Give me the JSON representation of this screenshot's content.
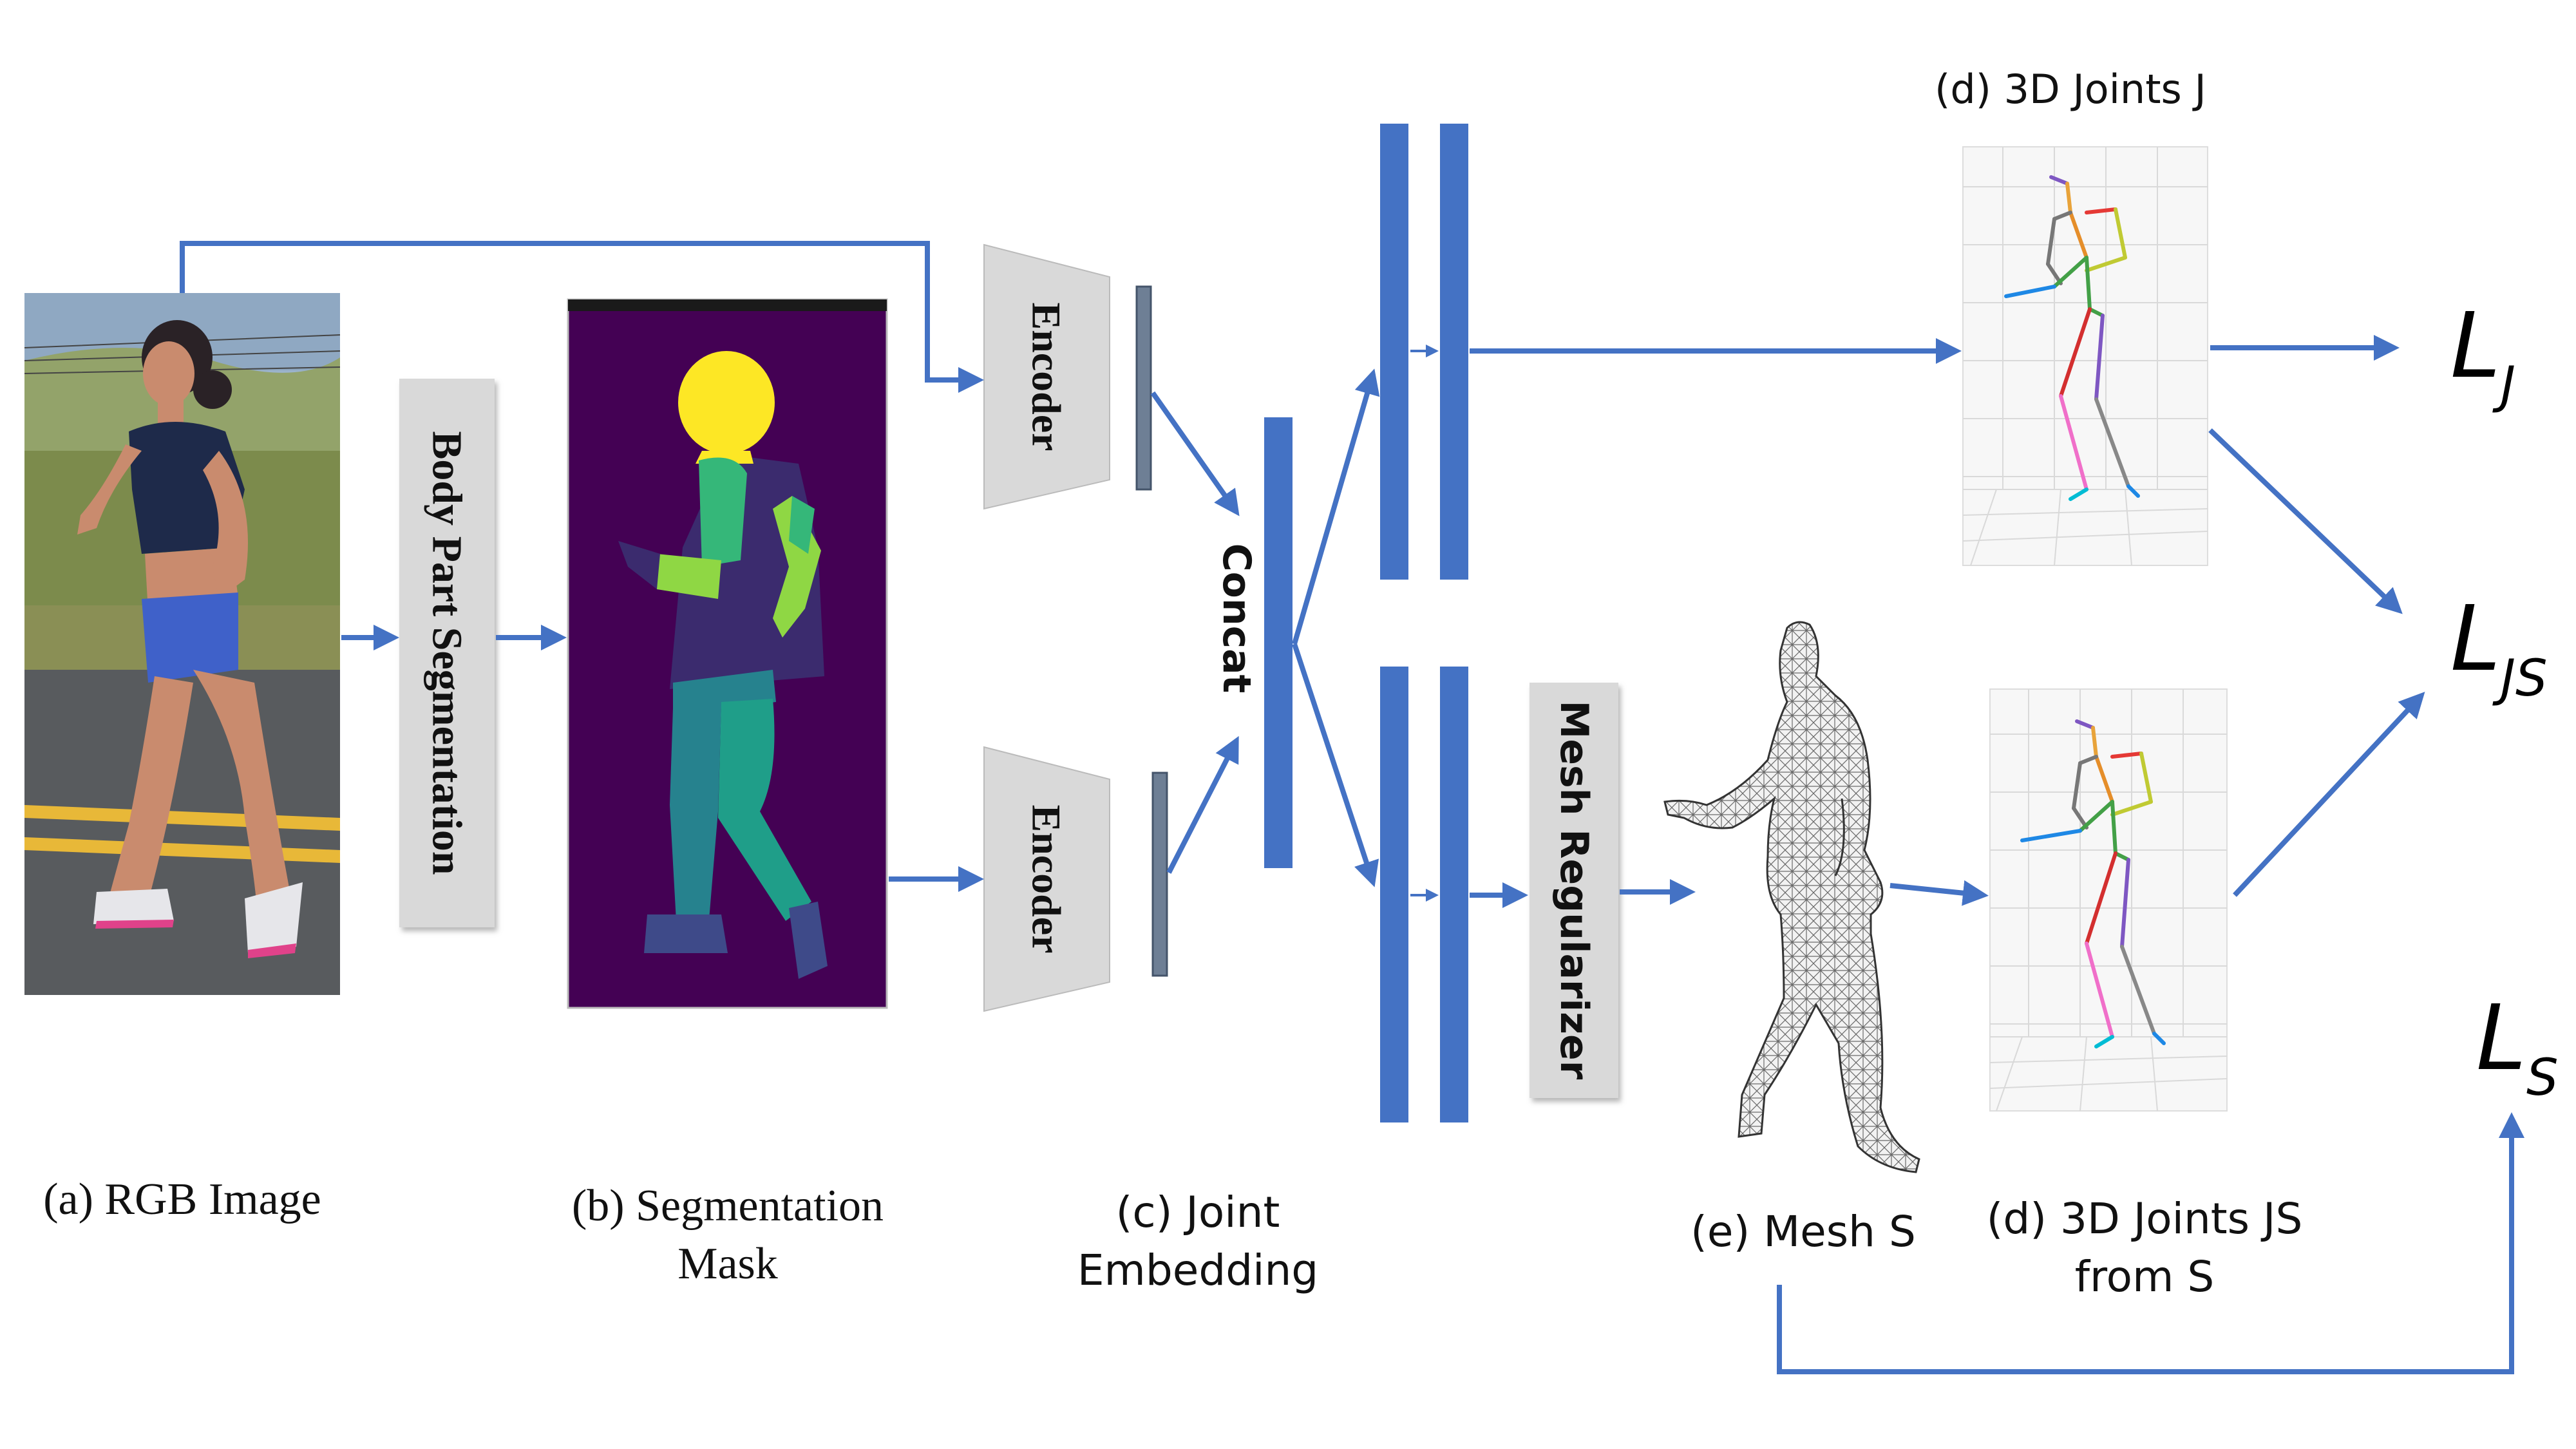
{
  "labels": {
    "rgb": "(a) RGB Image",
    "seg_line1": "(b) Segmentation",
    "seg_line2": "Mask",
    "joint_line1": "(c) Joint",
    "joint_line2": "Embedding",
    "joints_top": "(d) 3D Joints J",
    "mesh": "(e) Mesh S",
    "joints_js_line1": "(d) 3D Joints JS",
    "joints_js_line2": "from S"
  },
  "blocks": {
    "body_part_segmentation": "Body Part Segmentation",
    "encoder_top": "Encoder",
    "encoder_bottom": "Encoder",
    "concat": "Concat",
    "mesh_regularizer": "Mesh Regularizer"
  },
  "losses": {
    "lj": {
      "main": "L",
      "sub": "J"
    },
    "ljs": {
      "main": "L",
      "sub": "JS"
    },
    "ls": {
      "main": "L",
      "sub": "S"
    }
  },
  "colors": {
    "arrow": "#4472C4",
    "bar": "#4472C4",
    "encoder_fill": "#D9D9D9",
    "mask_bg": "#440154",
    "mask_head": "#FDE725",
    "mask_torso": "#3B2B6E",
    "mask_arm": "#35B779",
    "mask_forearm": "#8FD744",
    "mask_leg": "#26828E",
    "mask_foot": "#3E4A89",
    "sky": "#9BB3CB",
    "grass": "#7C8B4C",
    "road": "#585B5E",
    "road_line": "#E8B838",
    "skin": "#C98B6E",
    "shorts": "#3F61C9",
    "shirt": "#1E2A4A"
  }
}
